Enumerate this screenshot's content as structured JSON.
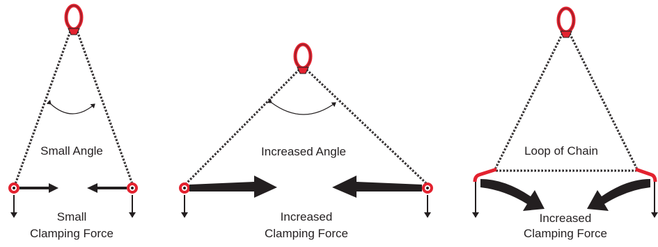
{
  "colors": {
    "ring": "#e3222f",
    "chain": "#231f20",
    "arrow": "#231f20",
    "background": "#ffffff"
  },
  "panels": [
    {
      "angle_label": "Small Angle",
      "force_label_line1": "Small",
      "force_label_line2": "Clamping Force"
    },
    {
      "angle_label": "Increased Angle",
      "force_label_line1": "Increased",
      "force_label_line2": "Clamping Force"
    },
    {
      "angle_label": "Loop of Chain",
      "force_label_line1": "Increased",
      "force_label_line2": "Clamping Force"
    }
  ]
}
